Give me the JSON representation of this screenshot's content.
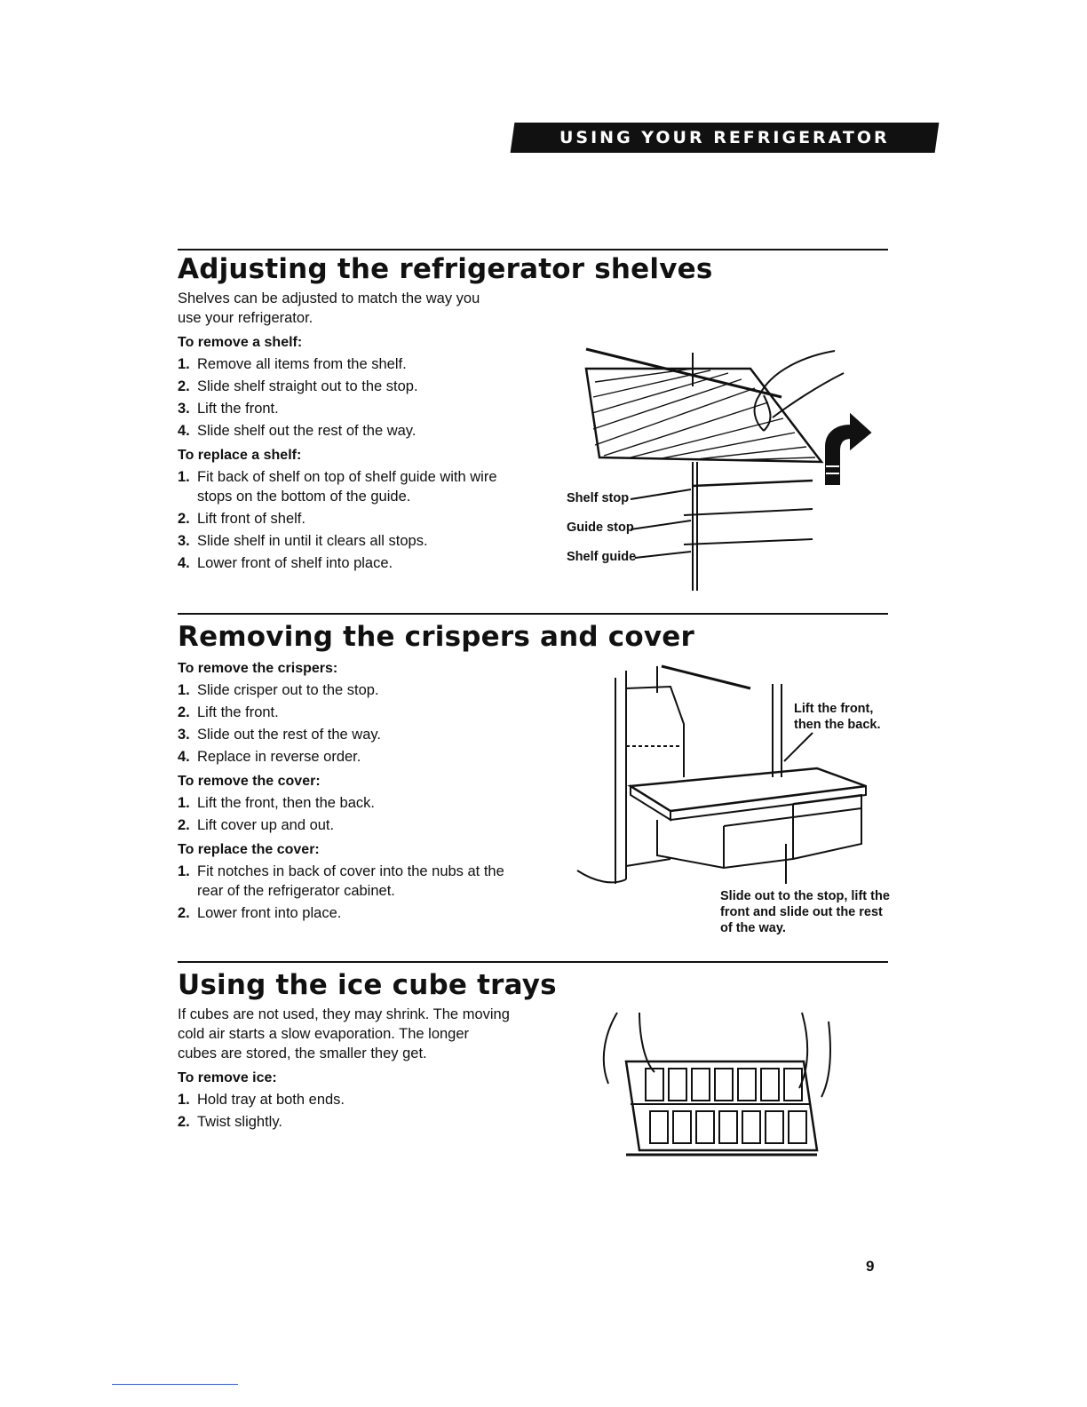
{
  "header": {
    "banner": "USING YOUR REFRIGERATOR"
  },
  "shelves": {
    "title": "Adjusting the refrigerator shelves",
    "intro": "Shelves can be adjusted to match the way you use your refrigerator.",
    "remove_heading": "To remove a shelf:",
    "remove_steps": [
      {
        "num": "1.",
        "text": "Remove all items from the shelf."
      },
      {
        "num": "2.",
        "text": "Slide shelf straight out to the stop."
      },
      {
        "num": "3.",
        "text": "Lift the front."
      },
      {
        "num": "4.",
        "text": "Slide shelf out the rest of the way."
      }
    ],
    "replace_heading": "To replace a shelf:",
    "replace_steps": [
      {
        "num": "1.",
        "text": "Fit back of shelf on top of shelf guide with wire stops on the bottom of the guide."
      },
      {
        "num": "2.",
        "text": "Lift front of shelf."
      },
      {
        "num": "3.",
        "text": "Slide shelf in until it clears all stops."
      },
      {
        "num": "4.",
        "text": "Lower front of shelf into place."
      }
    ],
    "figure_labels": {
      "shelf_stop": "Shelf stop",
      "guide_stop": "Guide stop",
      "shelf_guide": "Shelf guide"
    }
  },
  "crispers": {
    "title": "Removing the crispers and cover",
    "remove_crispers_heading": "To remove the crispers:",
    "remove_crispers_steps": [
      {
        "num": "1.",
        "text": "Slide crisper out to the stop."
      },
      {
        "num": "2.",
        "text": "Lift the front."
      },
      {
        "num": "3.",
        "text": "Slide out the rest of the way."
      },
      {
        "num": "4.",
        "text": "Replace in reverse order."
      }
    ],
    "remove_cover_heading": "To remove the cover:",
    "remove_cover_steps": [
      {
        "num": "1.",
        "text": "Lift the front, then the back."
      },
      {
        "num": "2.",
        "text": "Lift cover up and out."
      }
    ],
    "replace_cover_heading": "To replace the cover:",
    "replace_cover_steps": [
      {
        "num": "1.",
        "text": "Fit notches in back of cover into the nubs at the rear of the refrigerator cabinet."
      },
      {
        "num": "2.",
        "text": "Lower front into place."
      }
    ],
    "caption_top": "Lift the front, then the back.",
    "caption_bottom": "Slide out to the stop, lift the front and slide out the rest of the way."
  },
  "ice": {
    "title": "Using the ice cube trays",
    "intro": "If cubes are not used, they may shrink. The moving cold air starts a slow evaporation. The longer cubes are stored, the smaller they get.",
    "remove_heading": "To remove ice:",
    "remove_steps": [
      {
        "num": "1.",
        "text": "Hold tray at both ends."
      },
      {
        "num": "2.",
        "text": "Twist slightly."
      }
    ]
  },
  "page_number": "9"
}
